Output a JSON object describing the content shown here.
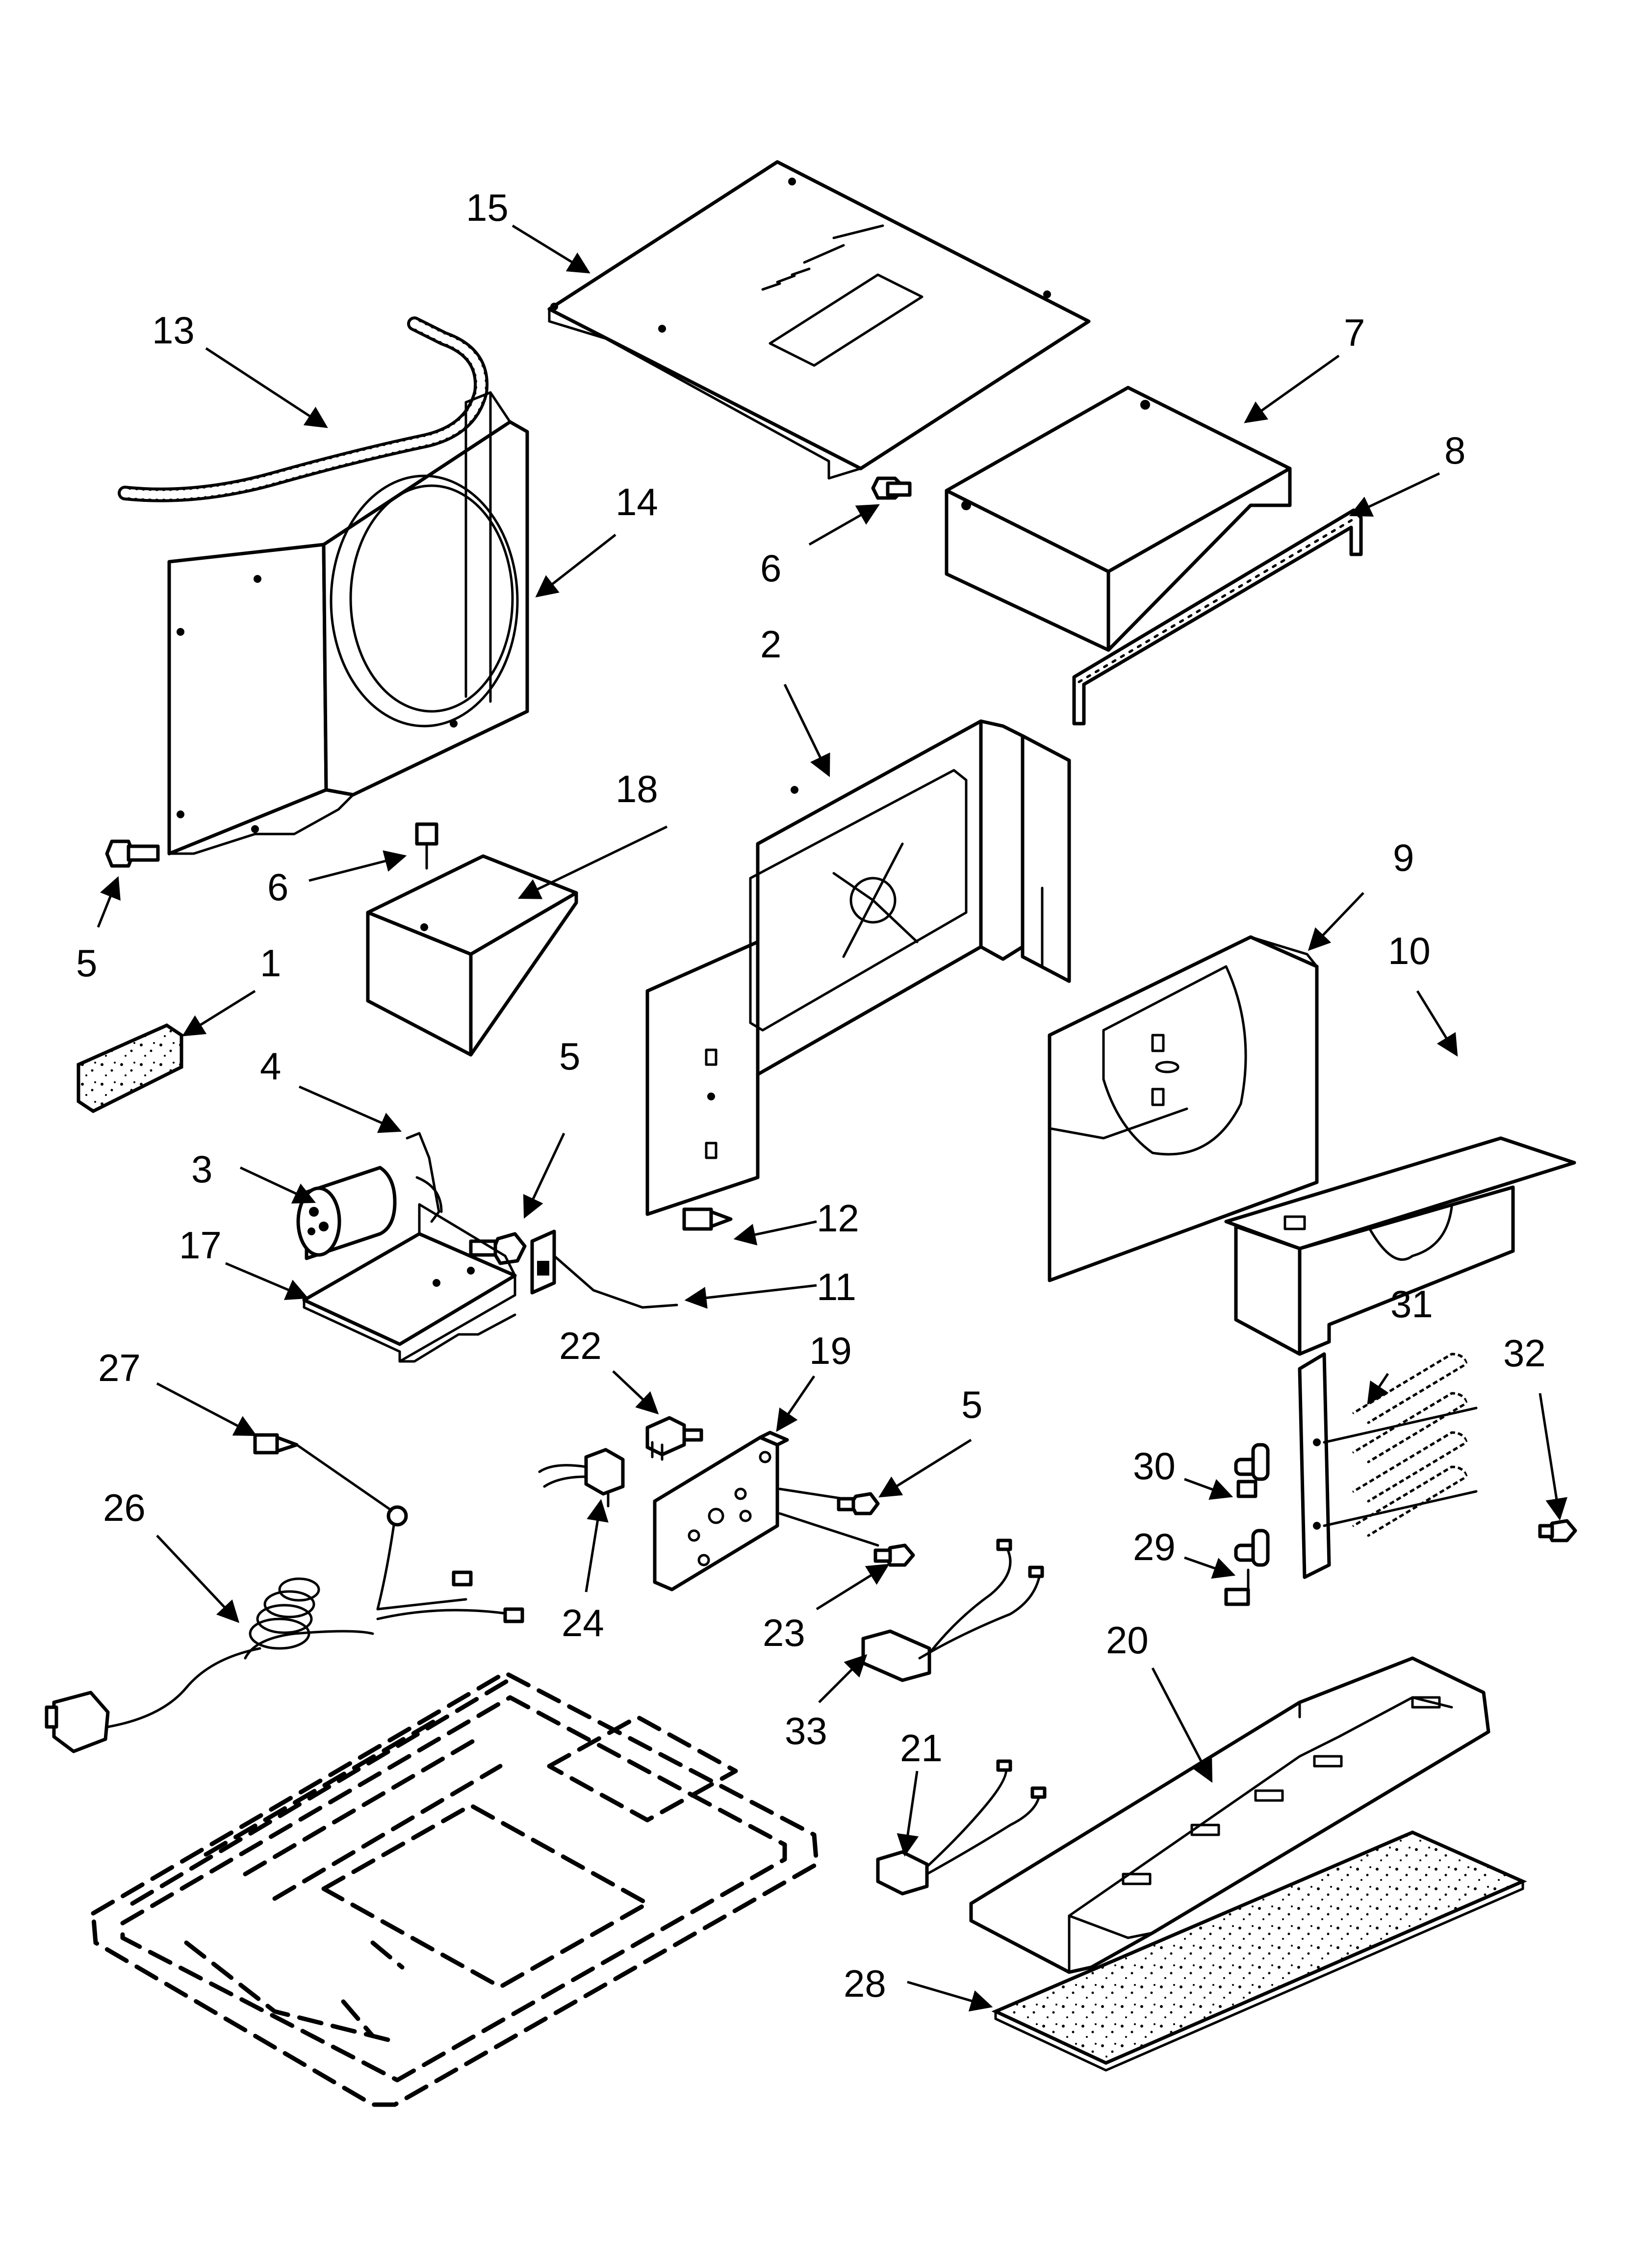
{
  "callouts": {
    "c1": "1",
    "c2": "2",
    "c3": "3",
    "c4": "4",
    "c5a": "5",
    "c5b": "5",
    "c5c": "5",
    "c6a": "6",
    "c6b": "6",
    "c7": "7",
    "c8": "8",
    "c9": "9",
    "c10": "10",
    "c11": "11",
    "c12": "12",
    "c13": "13",
    "c14": "14",
    "c15": "15",
    "c17": "17",
    "c18": "18",
    "c19": "19",
    "c20": "20",
    "c21": "21",
    "c22": "22",
    "c23": "23",
    "c24": "24",
    "c26": "26",
    "c27": "27",
    "c28": "28",
    "c29": "29",
    "c30": "30",
    "c31": "31",
    "c32": "32",
    "c33": "33"
  }
}
